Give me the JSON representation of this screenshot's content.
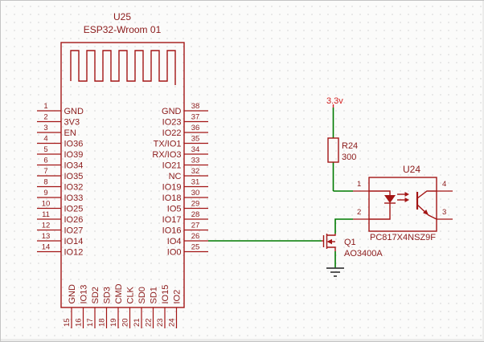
{
  "colors": {
    "wire": "#007a00",
    "symbol": "#a31515",
    "text": "#8b1a1a",
    "net_label": "#d42020",
    "ground": "#3c3c3c"
  },
  "power": {
    "net_label": "3.3v"
  },
  "esp32": {
    "refdes": "U25",
    "part": "ESP32-Wroom 01",
    "left_pins": [
      {
        "num": "1",
        "name": "GND"
      },
      {
        "num": "2",
        "name": "3V3"
      },
      {
        "num": "3",
        "name": "EN"
      },
      {
        "num": "4",
        "name": "IO36"
      },
      {
        "num": "5",
        "name": "IO39"
      },
      {
        "num": "6",
        "name": "IO34"
      },
      {
        "num": "7",
        "name": "IO35"
      },
      {
        "num": "8",
        "name": "IO32"
      },
      {
        "num": "9",
        "name": "IO33"
      },
      {
        "num": "10",
        "name": "IO25"
      },
      {
        "num": "11",
        "name": "IO26"
      },
      {
        "num": "12",
        "name": "IO27"
      },
      {
        "num": "13",
        "name": "IO14"
      },
      {
        "num": "14",
        "name": "IO12"
      }
    ],
    "right_pins": [
      {
        "num": "38",
        "name": "GND"
      },
      {
        "num": "37",
        "name": "IO23"
      },
      {
        "num": "36",
        "name": "IO22"
      },
      {
        "num": "35",
        "name": "TX/IO1"
      },
      {
        "num": "34",
        "name": "RX/IO3"
      },
      {
        "num": "33",
        "name": "IO21"
      },
      {
        "num": "32",
        "name": "NC"
      },
      {
        "num": "31",
        "name": "IO19"
      },
      {
        "num": "30",
        "name": "IO18"
      },
      {
        "num": "29",
        "name": "IO5"
      },
      {
        "num": "28",
        "name": "IO17"
      },
      {
        "num": "27",
        "name": "IO16"
      },
      {
        "num": "26",
        "name": "IO4"
      },
      {
        "num": "25",
        "name": "IO0"
      }
    ],
    "bottom_pins": [
      {
        "num": "15",
        "name": "GND"
      },
      {
        "num": "16",
        "name": "IO13"
      },
      {
        "num": "17",
        "name": "SD2"
      },
      {
        "num": "18",
        "name": "SD3"
      },
      {
        "num": "19",
        "name": "CMD"
      },
      {
        "num": "20",
        "name": "CLK"
      },
      {
        "num": "21",
        "name": "SD0"
      },
      {
        "num": "22",
        "name": "SD1"
      },
      {
        "num": "23",
        "name": "IO15"
      },
      {
        "num": "24",
        "name": "IO2"
      }
    ]
  },
  "resistor": {
    "refdes": "R24",
    "value": "300"
  },
  "optocoupler": {
    "refdes": "U24",
    "part": "PC817X4NSZ9F",
    "pin_numbers": {
      "p1": "1",
      "p2": "2",
      "p3": "3",
      "p4": "4"
    }
  },
  "mosfet": {
    "refdes": "Q1",
    "part": "AO3400A"
  }
}
